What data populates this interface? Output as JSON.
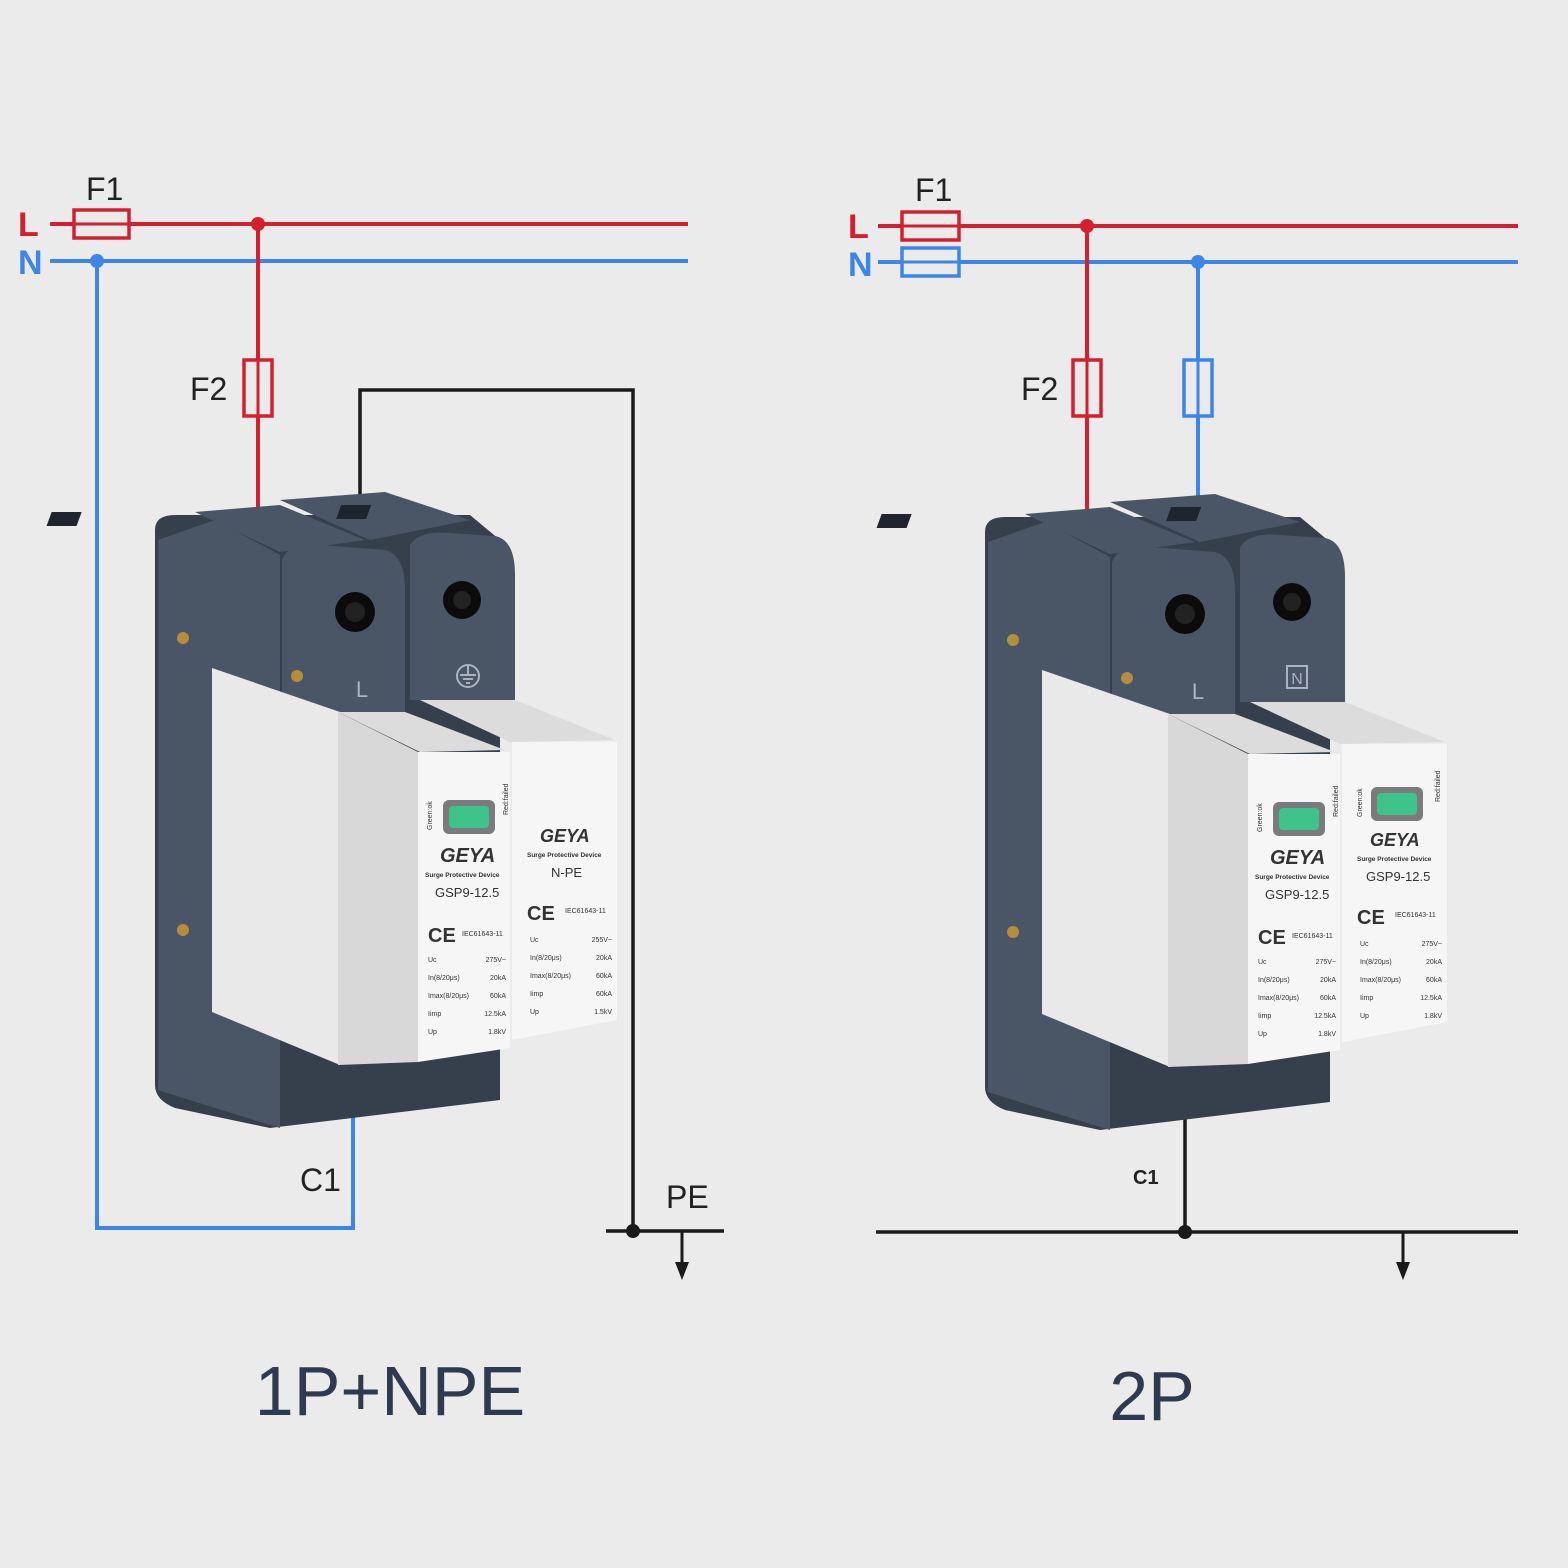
{
  "colors": {
    "line": "#d3202e",
    "neutral": "#3d86e8",
    "ground": "#1a1a1a",
    "housing": "#4a5666",
    "housing_dark": "#36404d",
    "module": "#f6f6f6",
    "window": "#3ec48a",
    "caption": "#2e3a4f"
  },
  "left": {
    "line_l": "L",
    "line_n": "N",
    "fuse_f1": "F1",
    "fuse_f2": "F2",
    "c1": "C1",
    "pe": "PE",
    "caption": "1P+NPE",
    "terminal_left": "L",
    "module_left": {
      "window_label_a": "Green:ok",
      "window_label_b": "Red:failed",
      "brand": "GEYA",
      "product": "Surge Protective Device",
      "model": "GSP9-12.5",
      "standard": "IEC61643-11",
      "specs": [
        {
          "k": "Uc",
          "v": "275V~"
        },
        {
          "k": "In(8/20μs)",
          "v": "20kA"
        },
        {
          "k": "Imax(8/20μs)",
          "v": "60kA"
        },
        {
          "k": "Iimp",
          "v": "12.5kA"
        },
        {
          "k": "Up",
          "v": "1.8kV"
        }
      ]
    },
    "module_right": {
      "brand": "GEYA",
      "product": "Surge Protective Device",
      "model": "N-PE",
      "standard": "IEC61643-11",
      "specs": [
        {
          "k": "Uc",
          "v": "255V~"
        },
        {
          "k": "In(8/20μs)",
          "v": "20kA"
        },
        {
          "k": "Imax(8/20μs)",
          "v": "60kA"
        },
        {
          "k": "Iimp",
          "v": "60kA"
        },
        {
          "k": "Up",
          "v": "1.5kV"
        }
      ]
    }
  },
  "right": {
    "line_l": "L",
    "line_n": "N",
    "fuse_f1": "F1",
    "fuse_f2": "F2",
    "c1": "C1",
    "caption": "2P",
    "terminal_left": "L",
    "terminal_right": "N",
    "module_left": {
      "window_label_a": "Green:ok",
      "window_label_b": "Red:failed",
      "brand": "GEYA",
      "product": "Surge Protective Device",
      "model": "GSP9-12.5",
      "standard": "IEC61643-11",
      "specs": [
        {
          "k": "Uc",
          "v": "275V~"
        },
        {
          "k": "In(8/20μs)",
          "v": "20kA"
        },
        {
          "k": "Imax(8/20μs)",
          "v": "60kA"
        },
        {
          "k": "Iimp",
          "v": "12.5kA"
        },
        {
          "k": "Up",
          "v": "1.8kV"
        }
      ]
    },
    "module_right": {
      "window_label_a": "Green:ok",
      "window_label_b": "Red:failed",
      "brand": "GEYA",
      "product": "Surge Protective Device",
      "model": "GSP9-12.5",
      "standard": "IEC61643-11",
      "specs": [
        {
          "k": "Uc",
          "v": "275V~"
        },
        {
          "k": "In(8/20μs)",
          "v": "20kA"
        },
        {
          "k": "Imax(8/20μs)",
          "v": "60kA"
        },
        {
          "k": "Iimp",
          "v": "12.5kA"
        },
        {
          "k": "Up",
          "v": "1.8kV"
        }
      ]
    }
  }
}
